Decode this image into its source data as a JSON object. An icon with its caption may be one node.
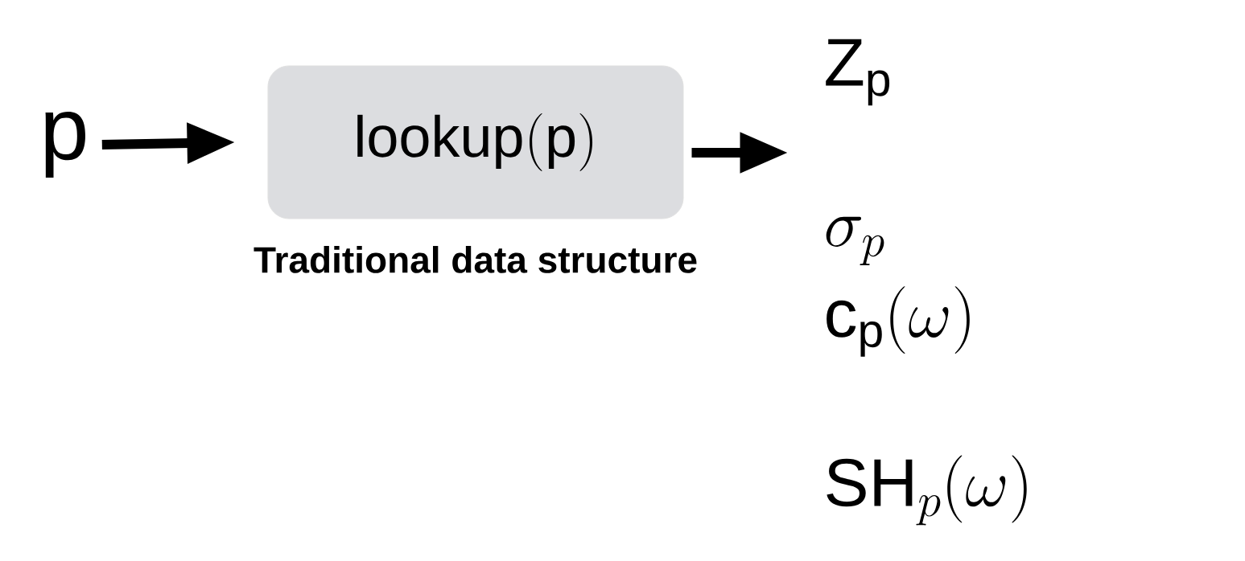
{
  "diagram": {
    "nodes": [
      {
        "text": [
          "\\mathrm{p}"
        ]
      },
      {
        "text": [
          "\\mathrm{lookup(p)}"
        ],
        "beside": [
          "Traditional data structure"
        ]
      }
    ],
    "edges": [
      {
        "from": 0,
        "to": 1,
        "arrow": "to"
      },
      {
        "from": 1,
        "to": null,
        "arrow": "to"
      }
    ],
    "labels": [
      "\\mathrm{Z_p}",
      "\\sigma_p",
      "\\mathrm{c_p}(\\omega)",
      "\\mathrm{SH}_p(\\omega)"
    ]
  }
}
